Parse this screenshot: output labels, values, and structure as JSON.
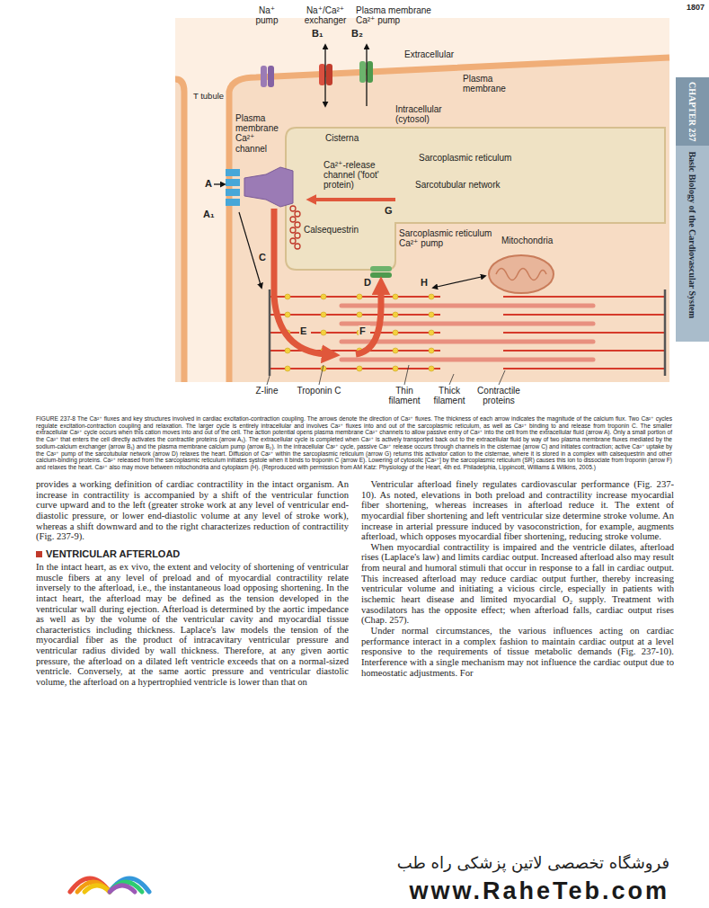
{
  "diagram": {
    "caption": "FIGURE 237-8 The Ca²⁺ fluxes and key structures involved in cardiac excitation-contraction coupling. The arrows denote the direction of Ca²⁺ fluxes. The thickness of each arrow indicates the magnitude of the calcium flux. Two Ca²⁺ cycles regulate excitation-contraction coupling and relaxation. The larger cycle is entirely intracellular and involves Ca²⁺ fluxes into and out of the sarcoplasmic reticulum, as well as Ca²⁺ binding to and release from troponin C. The smaller extracellular Ca²⁺ cycle occurs when this cation moves into and out of the cell. The action potential opens plasma membrane Ca²⁺ channels to allow passive entry of Ca²⁺ into the cell from the extracellular fluid (arrow A). Only a small portion of the Ca²⁺ that enters the cell directly activates the contractile proteins (arrow A₁). The extracellular cycle is completed when Ca²⁺ is actively transported back out to the extracellular fluid by way of two plasma membrane fluxes mediated by the sodium-calcium exchanger (arrow B₁) and the plasma membrane calcium pump (arrow B₂). In the intracellular Ca²⁺ cycle, passive Ca²⁺ release occurs through channels in the cisternae (arrow C) and initiates contraction; active Ca²⁺ uptake by the Ca²⁺ pump of the sarcotubular network (arrow D) relaxes the heart. Diffusion of Ca²⁺ within the sarcoplasmic reticulum (arrow G) returns this activator cation to the cisternae, where it is stored in a complex with calsequestrin and other calcium-binding proteins. Ca²⁺ released from the sarcoplasmic reticulum initiates systole when it binds to troponin C (arrow E). Lowering of cytosolic [Ca²⁺] by the sarcoplasmic reticulum (SR) causes this ion to dissociate from troponin (arrow F) and relaxes the heart. Ca²⁺ also may move between mitochondria and cytoplasm (H). (Reproduced with permission from AM Katz: Physiology of the Heart, 4th ed. Philadelphia, Lippincott, Williams & Wilkins, 2005.)",
    "nodes": [
      {
        "text": [
          "CHAPTER 237",
          "Basic Biology of the Cardiovascular System"
        ]
      }
    ],
    "labels": [
      "1807",
      "Na⁺ pump",
      "Na⁺/Ca²⁺ exchanger",
      "B₁",
      "Plasma membrane Ca²⁺ pump",
      "B₂",
      "Extracellular",
      "Plasma membrane",
      "T tubule",
      "Intracellular (cytosol)",
      "Plasma membrane Ca²⁺ channel",
      "Cisterna",
      "Sarcoplasmic reticulum",
      "Ca²⁺-release channel ('foot' protein)",
      "Sarcotubular network",
      "A",
      "A₁",
      "G",
      "Calsequestrin",
      "Sarcoplasmic reticulum Ca²⁺ pump",
      "Mitochondria",
      "C",
      "D",
      "H",
      "E",
      "F",
      "Z-line",
      "Troponin C",
      "Thin filament",
      "Thick filament",
      "Contractile proteins",
      "provides a working definition of cardiac contractility in the intact organism. An increase in contractility is accompanied by a shift of the ventricular function curve upward and to the left (greater stroke work at any level of ventricular end-diastolic pressure, or lower end-diastolic volume at any level of stroke work), whereas a shift downward and to the right characterizes reduction of contractility (Fig. 237-9).",
      "VENTRICULAR AFTERLOAD",
      "In the intact heart, as ex vivo, the extent and velocity of shortening of ventricular muscle fibers at any level of preload and of myocardial contractility relate inversely to the afterload, i.e., the instantaneous load opposing shortening. In the intact heart, the afterload may be defined as the tension developed in the ventricular wall during ejection. Afterload is determined by the aortic impedance as well as by the volume of the ventricular cavity and myocardial tissue characteristics including thickness. Laplace's law models the tension of the myocardial fiber as the product of intracavitary ventricular pressure and ventricular radius divided by wall thickness. Therefore, at any given aortic pressure, the afterload on a dilated left ventricle exceeds that on a normal-sized ventricle. Conversely, at the same aortic pressure and ventricular diastolic volume, the afterload on a hypertrophied ventricle is lower than that on",
      "Ventricular afterload finely regulates cardiovascular performance (Fig. 237-10). As noted, elevations in both preload and contractility increase myocardial fiber shortening, whereas increases in afterload reduce it. The extent of myocardial fiber shortening and left ventricular size determine stroke volume. An increase in arterial pressure induced by vasoconstriction, for example, augments afterload, which opposes myocardial fiber shortening, reducing stroke volume.",
      "When myocardial contractility is impaired and the ventricle dilates, afterload rises (Laplace's law) and limits cardiac output. Increased afterload also may result from neural and humoral stimuli that occur in response to a fall in cardiac output. This increased afterload may reduce cardiac output further, thereby increasing ventricular volume and initiating a vicious circle, especially in patients with ischemic heart disease and limited myocardial O₂ supply. Treatment with vasodilators has the opposite effect; when afterload falls, cardiac output rises (Chap. 257).",
      "Under normal circumstances, the various influences acting on cardiac performance interact in a complex fashion to maintain cardiac output at a level responsive to the requirements of tissue metabolic demands (Fig. 237-10). Interference with a single mechanism may not influence the cardiac output due to homeostatic adjustments. For",
      "فروشگاه تخصصی لاتین پزشکی  راه طب",
      "www.RaheTeb.com"
    ]
  }
}
